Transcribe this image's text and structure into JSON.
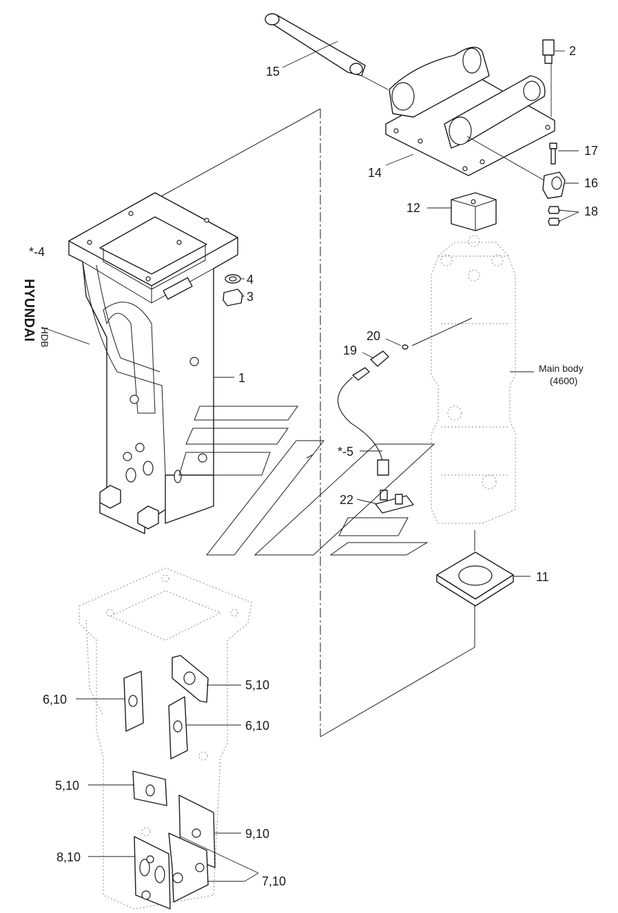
{
  "callouts": {
    "p1": "1",
    "p2": "2",
    "p3": "3",
    "p4": "4",
    "p4_logo": "*-4",
    "p5_hose": "*-5",
    "p11": "11",
    "p12": "12",
    "p14": "14",
    "p15": "15",
    "p16": "16",
    "p17": "17",
    "p18": "18",
    "p19": "19",
    "p20": "20",
    "p22": "22",
    "p5_10_upper": "5,10",
    "p6_10_left": "6,10",
    "p6_10_right": "6,10",
    "p5_10_lower": "5,10",
    "p9_10": "9,10",
    "p8_10": "8,10",
    "p7_10": "7,10"
  },
  "main_body": {
    "label": "Main body",
    "code": "(4600)"
  },
  "logo": {
    "brand": "HYUNDAI",
    "model": "HDB"
  },
  "icons": {
    "brand_logo": "hyundai-wordmark-decal"
  }
}
